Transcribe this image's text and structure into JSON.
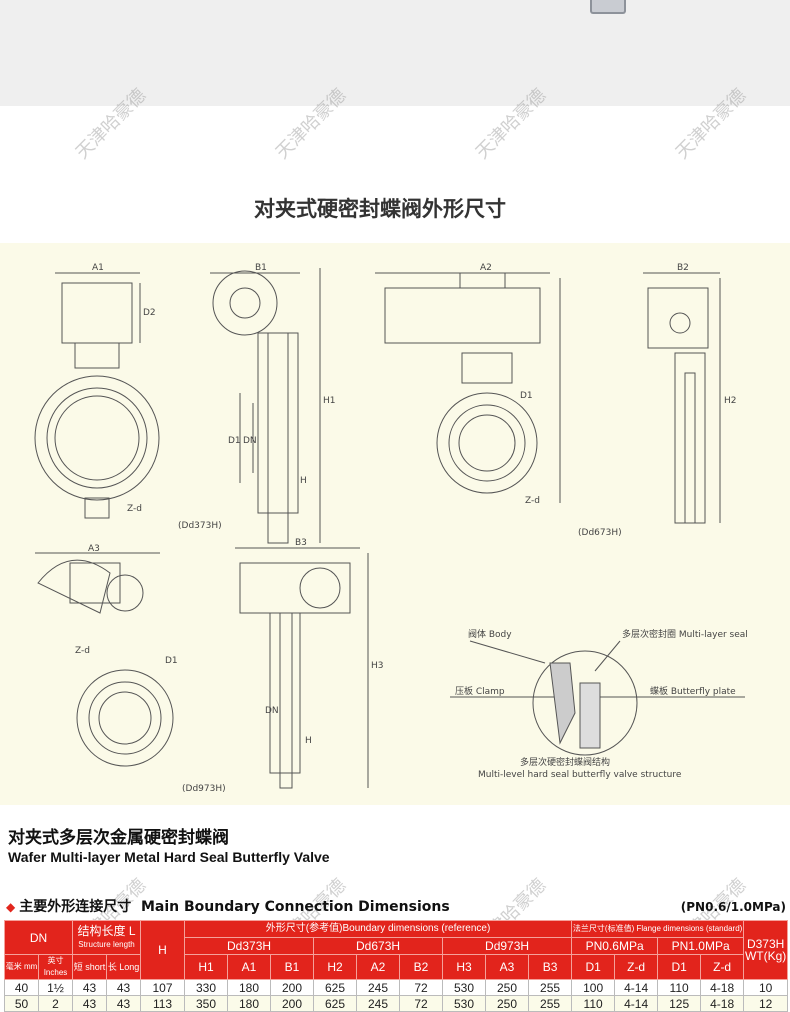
{
  "watermark": "天津哈豪德",
  "title": "对夹式硬密封蝶阀外形尺寸",
  "drawing": {
    "labels_373": {
      "a": "A1",
      "d2": "D2",
      "b": "B1",
      "h1": "H1",
      "d1": "D1",
      "dn": "DN",
      "h": "H",
      "zd": "Z-d",
      "model": "(Dd373H)"
    },
    "labels_673": {
      "a": "A2",
      "b": "B2",
      "h": "H2",
      "d1": "D1",
      "zd": "Z-d",
      "model": "(Dd673H)"
    },
    "labels_973": {
      "a": "A3",
      "b": "B3",
      "h": "H3",
      "d1": "D1",
      "dn": "DN",
      "hh": "H",
      "zd": "Z-d",
      "model": "(Dd973H)"
    },
    "callouts": {
      "body": "阀体 Body",
      "seal": "多层次密封圈 Multi-layer seal",
      "clamp": "压板 Clamp",
      "plate": "蝶板 Butterfly plate",
      "caption_cn": "多层次硬密封蝶阀结构",
      "caption_en": "Multi-level hard seal butterfly valve structure"
    }
  },
  "product": {
    "title_cn": "对夹式多层次金属硬密封蝶阀",
    "title_en": "Wafer Multi-layer Metal Hard Seal Butterfly Valve"
  },
  "section": {
    "title_cn": "主要外形连接尺寸",
    "title_en": "Main Boundary Connection Dimensions",
    "pressure": "(PN0.6/1.0MPa)"
  },
  "table": {
    "h": {
      "dn": "DN",
      "struct": "结构长度 L",
      "struct_en": "Structure length",
      "H": "H",
      "boundary": "外形尺寸(参考值)Boundary dimensions (reference)",
      "flange": "法兰尺寸(标准值) Flange dimensions (standard)",
      "wt": "D373H WT(Kg)",
      "d373": "Dd373H",
      "d673": "Dd673H",
      "d973": "Dd973H",
      "pn06": "PN0.6MPa",
      "pn10": "PN1.0MPa",
      "mm": "毫米 mm",
      "inch": "英寸 Inches",
      "short": "短 short",
      "long": "长 Long",
      "cols": [
        "H1",
        "A1",
        "B1",
        "H2",
        "A2",
        "B2",
        "H3",
        "A3",
        "B3",
        "D1",
        "Z-d",
        "D1",
        "Z-d"
      ]
    },
    "rows": [
      [
        "40",
        "1½",
        "43",
        "43",
        "107",
        "330",
        "180",
        "200",
        "625",
        "245",
        "72",
        "530",
        "250",
        "255",
        "100",
        "4-14",
        "110",
        "4-18",
        "10"
      ],
      [
        "50",
        "2",
        "43",
        "43",
        "113",
        "350",
        "180",
        "200",
        "625",
        "245",
        "72",
        "530",
        "250",
        "255",
        "110",
        "4-14",
        "125",
        "4-18",
        "12"
      ]
    ]
  }
}
